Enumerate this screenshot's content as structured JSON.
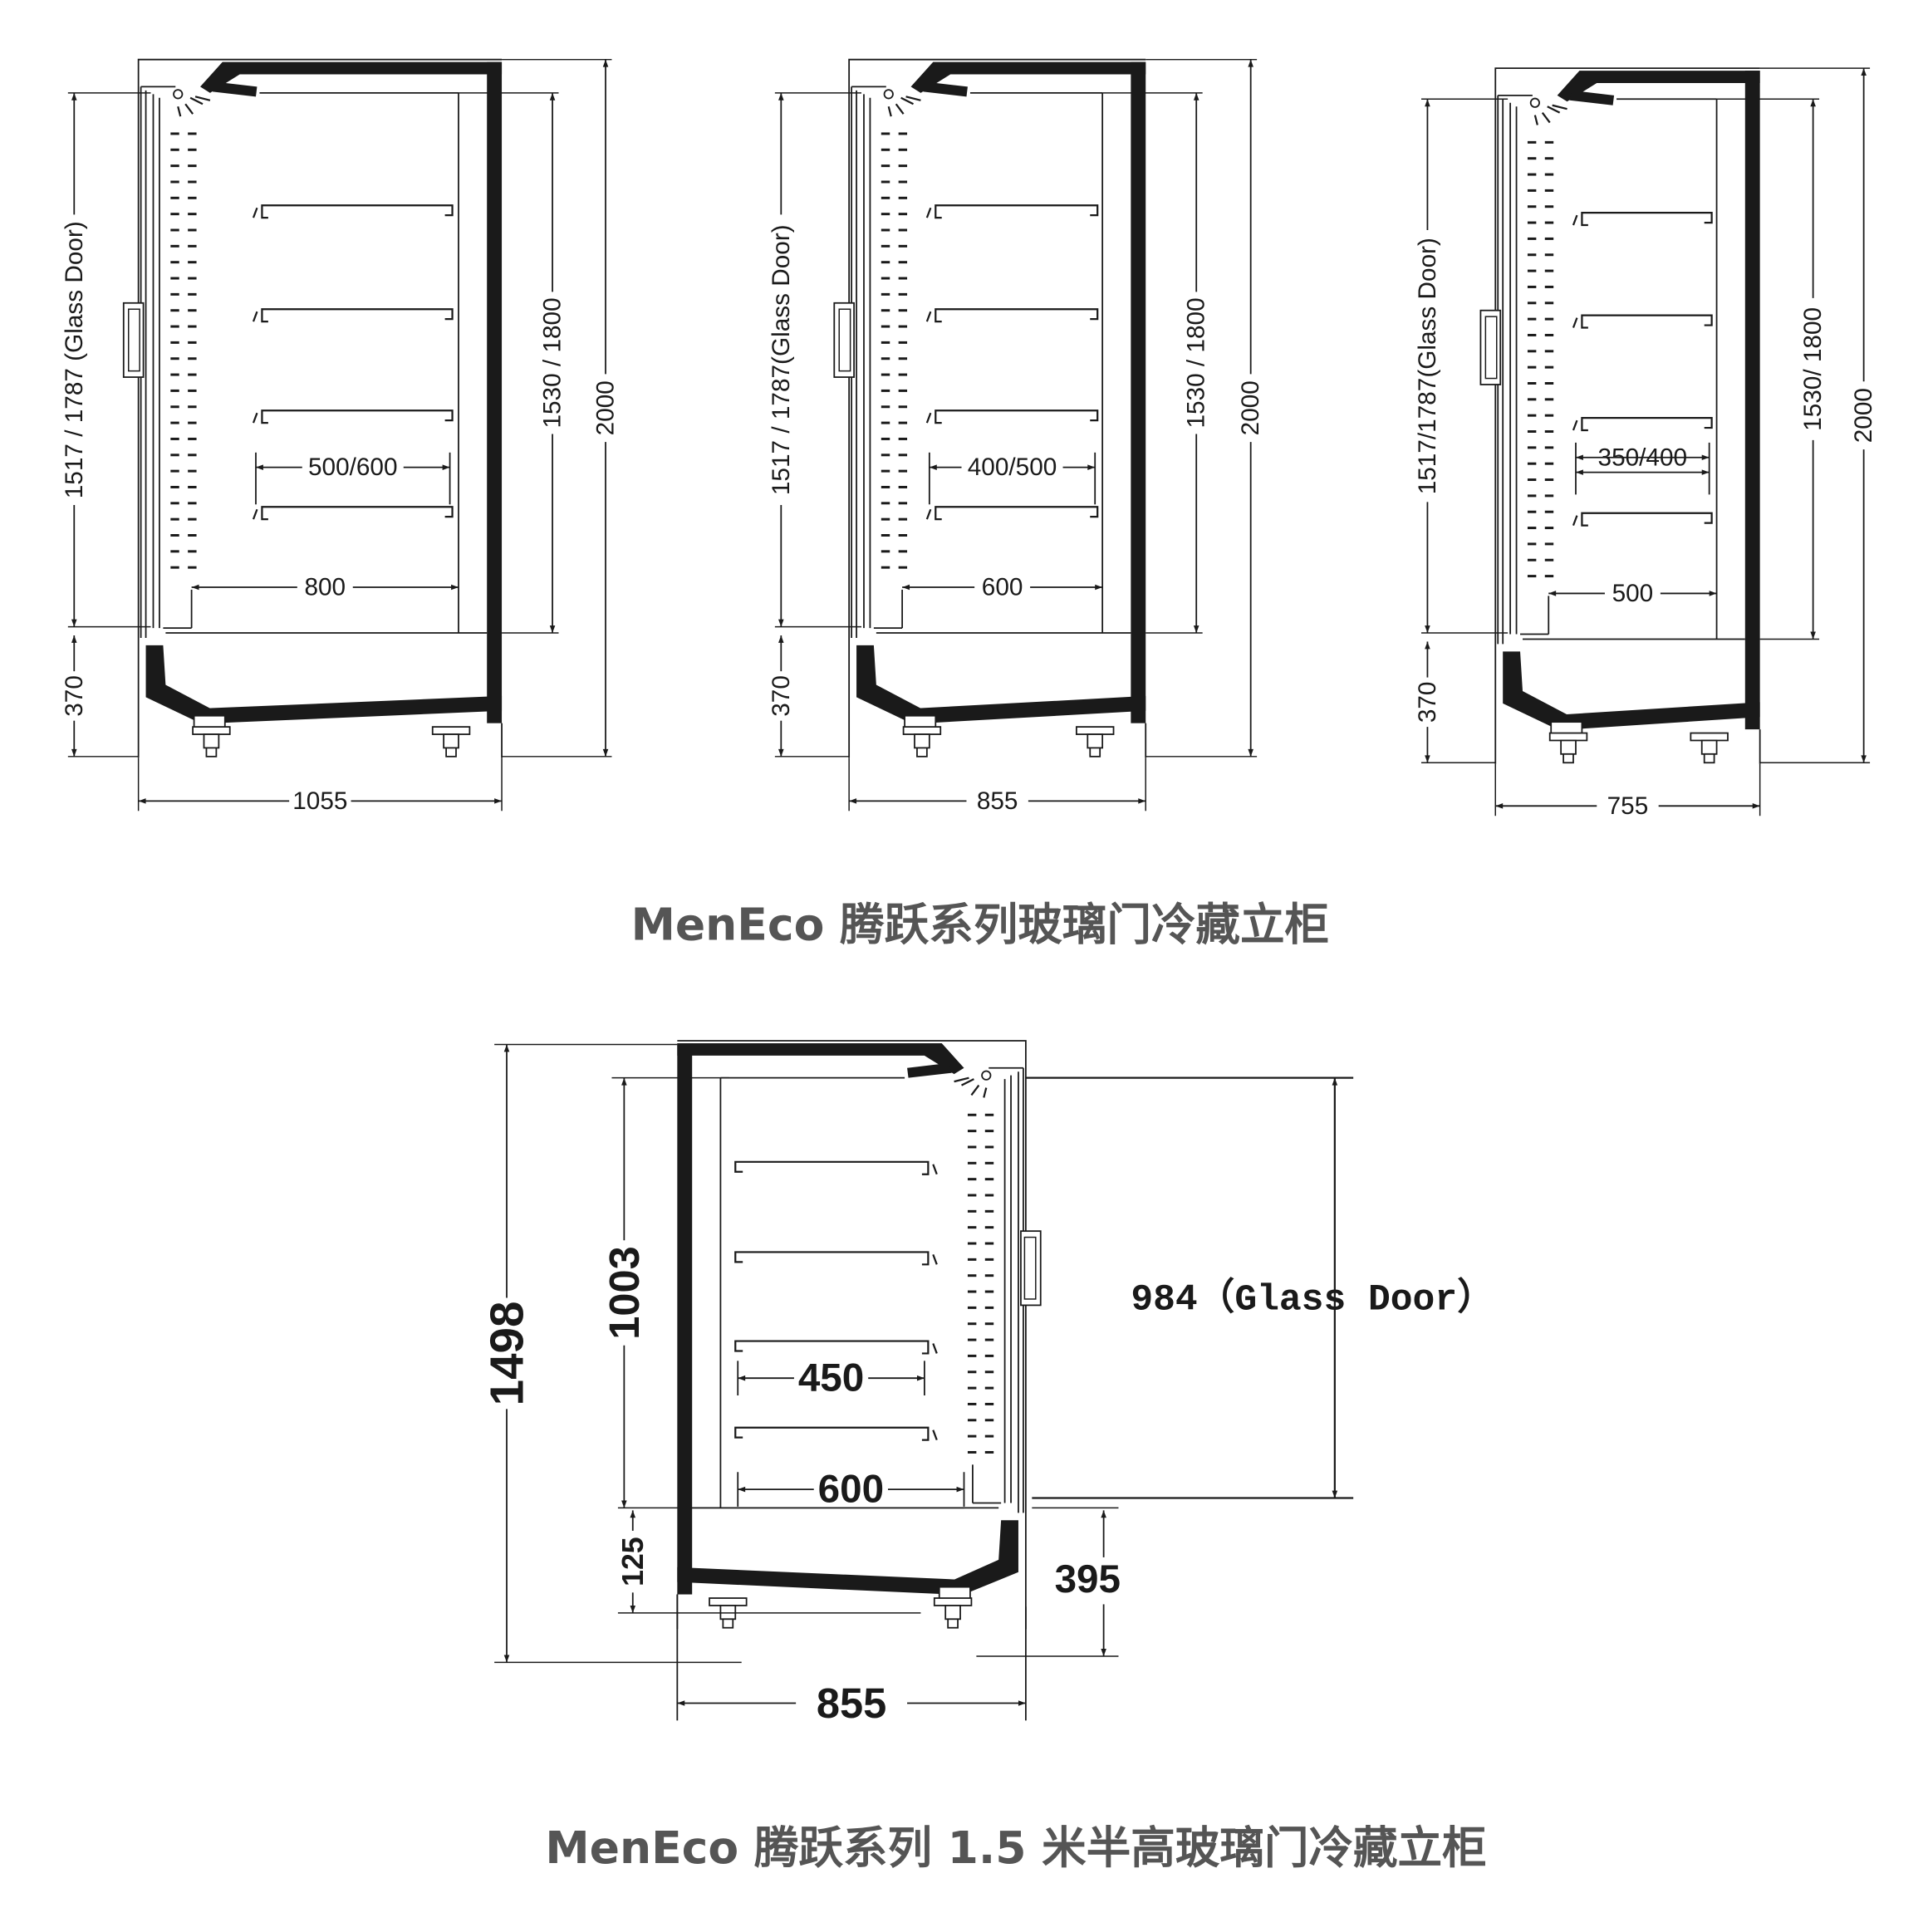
{
  "colors": {
    "line": "#1a1a1a",
    "title": "#555555"
  },
  "cabinets": [
    {
      "glass_door": "1517 / 1787 (Glass Door)",
      "base": "370",
      "inner_height": "1530 / 1800",
      "height": "2000",
      "width": "1055",
      "shelf_depth": "500/600",
      "inner_depth": "800"
    },
    {
      "glass_door": "1517 / 1787(Glass Door)",
      "base": "370",
      "inner_height": "1530 / 1800",
      "height": "2000",
      "width": "855",
      "shelf_depth": "400/500",
      "inner_depth": "600"
    },
    {
      "glass_door": "1517/1787(Glass Door)",
      "base": "370",
      "inner_height": "1530/ 1800",
      "height": "2000",
      "width": "755",
      "shelf_depth": "350/400",
      "inner_depth": "500"
    }
  ],
  "title_top": "MenEco 腾跃系列玻璃门冷藏立柜",
  "half_cabinet": {
    "height": "1498",
    "inner_height": "1003",
    "base": "125",
    "glass_door": "984（Glass Door）",
    "front_base": "395",
    "width": "855",
    "shelf_depth": "450",
    "inner_depth": "600"
  },
  "title_bottom": "MenEco 腾跃系列 1.5 米半高玻璃门冷藏立柜"
}
